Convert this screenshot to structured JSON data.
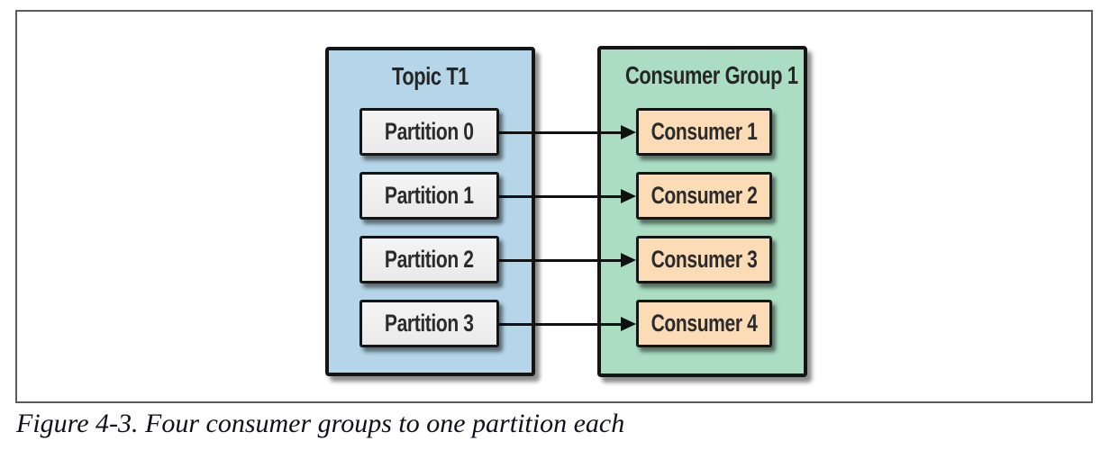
{
  "figure": {
    "caption": "Figure 4-3. Four consumer groups to one partition each"
  },
  "diagram": {
    "topic": {
      "title": "Topic T1",
      "partitions": [
        {
          "label": "Partition 0"
        },
        {
          "label": "Partition 1"
        },
        {
          "label": "Partition 2"
        },
        {
          "label": "Partition 3"
        }
      ]
    },
    "consumer_group": {
      "title": "Consumer Group 1",
      "consumers": [
        {
          "label": "Consumer 1"
        },
        {
          "label": "Consumer 2"
        },
        {
          "label": "Consumer 3"
        },
        {
          "label": "Consumer 4"
        }
      ]
    },
    "connections": [
      {
        "from": "Partition 0",
        "to": "Consumer 1"
      },
      {
        "from": "Partition 1",
        "to": "Consumer 2"
      },
      {
        "from": "Partition 2",
        "to": "Consumer 3"
      },
      {
        "from": "Partition 3",
        "to": "Consumer 4"
      }
    ]
  },
  "colors": {
    "topic_fill": "#b5d6e8",
    "consumer_group_fill": "#aaddc2",
    "partition_fill": "#eaeaea",
    "consumer_fill": "#fbdcb6",
    "border": "#141414"
  }
}
